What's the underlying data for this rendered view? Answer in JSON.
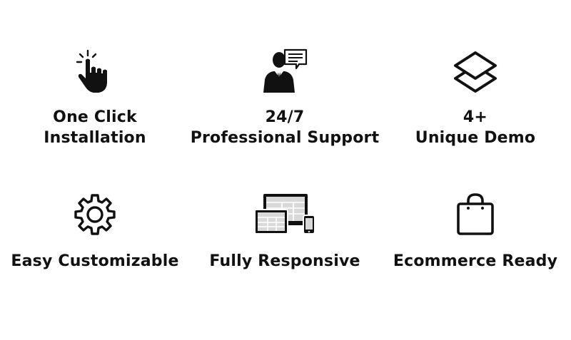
{
  "features": [
    {
      "title_lines": [
        "One Click",
        "Installation"
      ],
      "icon": "pointer-click-icon"
    },
    {
      "title_lines": [
        "24/7",
        "Professional Support"
      ],
      "icon": "support-agent-icon"
    },
    {
      "title_lines": [
        "4+",
        "Unique Demo"
      ],
      "icon": "layers-icon"
    },
    {
      "title_lines": [
        "Easy Customizable"
      ],
      "icon": "gear-icon"
    },
    {
      "title_lines": [
        "Fully Responsive"
      ],
      "icon": "responsive-devices-icon"
    },
    {
      "title_lines": [
        "Ecommerce Ready"
      ],
      "icon": "shopping-bag-icon"
    }
  ],
  "colors": {
    "text": "#111111",
    "icon": "#111111",
    "background": "#ffffff",
    "device-screen": "#d9d9d9"
  }
}
